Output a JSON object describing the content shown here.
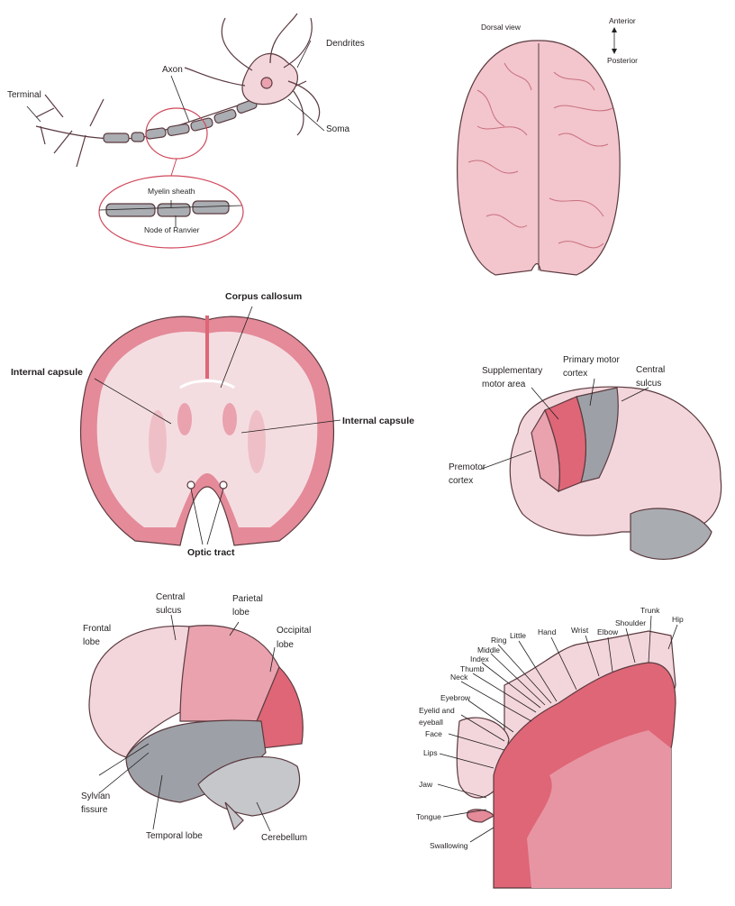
{
  "neuron": {
    "terminal": "Terminal",
    "axon": "Axon",
    "dendrites": "Dendrites",
    "soma": "Soma",
    "myelin": "Myelin sheath",
    "node": "Node of Ranvier"
  },
  "dorsal": {
    "title": "Dorsal view",
    "anterior": "Anterior",
    "posterior": "Posterior"
  },
  "coronal": {
    "corpus": "Corpus callosum",
    "capsule_left": "Internal capsule",
    "capsule_right": "Internal capsule",
    "optic": "Optic tract"
  },
  "motor": {
    "sma": [
      "Supplementary",
      "motor area"
    ],
    "primary": [
      "Primary motor",
      "cortex"
    ],
    "central": [
      "Central",
      "sulcus"
    ],
    "premotor": [
      "Premotor",
      "cortex"
    ]
  },
  "lobes": {
    "central": [
      "Central",
      "sulcus"
    ],
    "parietal": [
      "Parietal",
      "lobe"
    ],
    "frontal": [
      "Frontal",
      "lobe"
    ],
    "occipital": [
      "Occipital",
      "lobe"
    ],
    "sylvian": [
      "Sylvian",
      "fissure"
    ],
    "temporal": "Temporal lobe",
    "cerebellum": "Cerebellum"
  },
  "homunculus": {
    "trunk": "Trunk",
    "hip": "Hip",
    "shoulder": "Shoulder",
    "elbow": "Elbow",
    "wrist": "Wrist",
    "hand": "Hand",
    "little": "Little",
    "ring": "Ring",
    "middle": "Middle",
    "index": "Index",
    "thumb": "Thumb",
    "neck": "Neck",
    "eyebrow": "Eyebrow",
    "eyelid": [
      "Eyelid and",
      "eyeball"
    ],
    "face": "Face",
    "lips": "Lips",
    "jaw": "Jaw",
    "tongue": "Tongue",
    "swallowing": "Swallowing"
  },
  "colors": {
    "light": "#f3d6db",
    "mid": "#e9a2ae",
    "dark": "#de6676",
    "gray": "#9da1a7"
  }
}
